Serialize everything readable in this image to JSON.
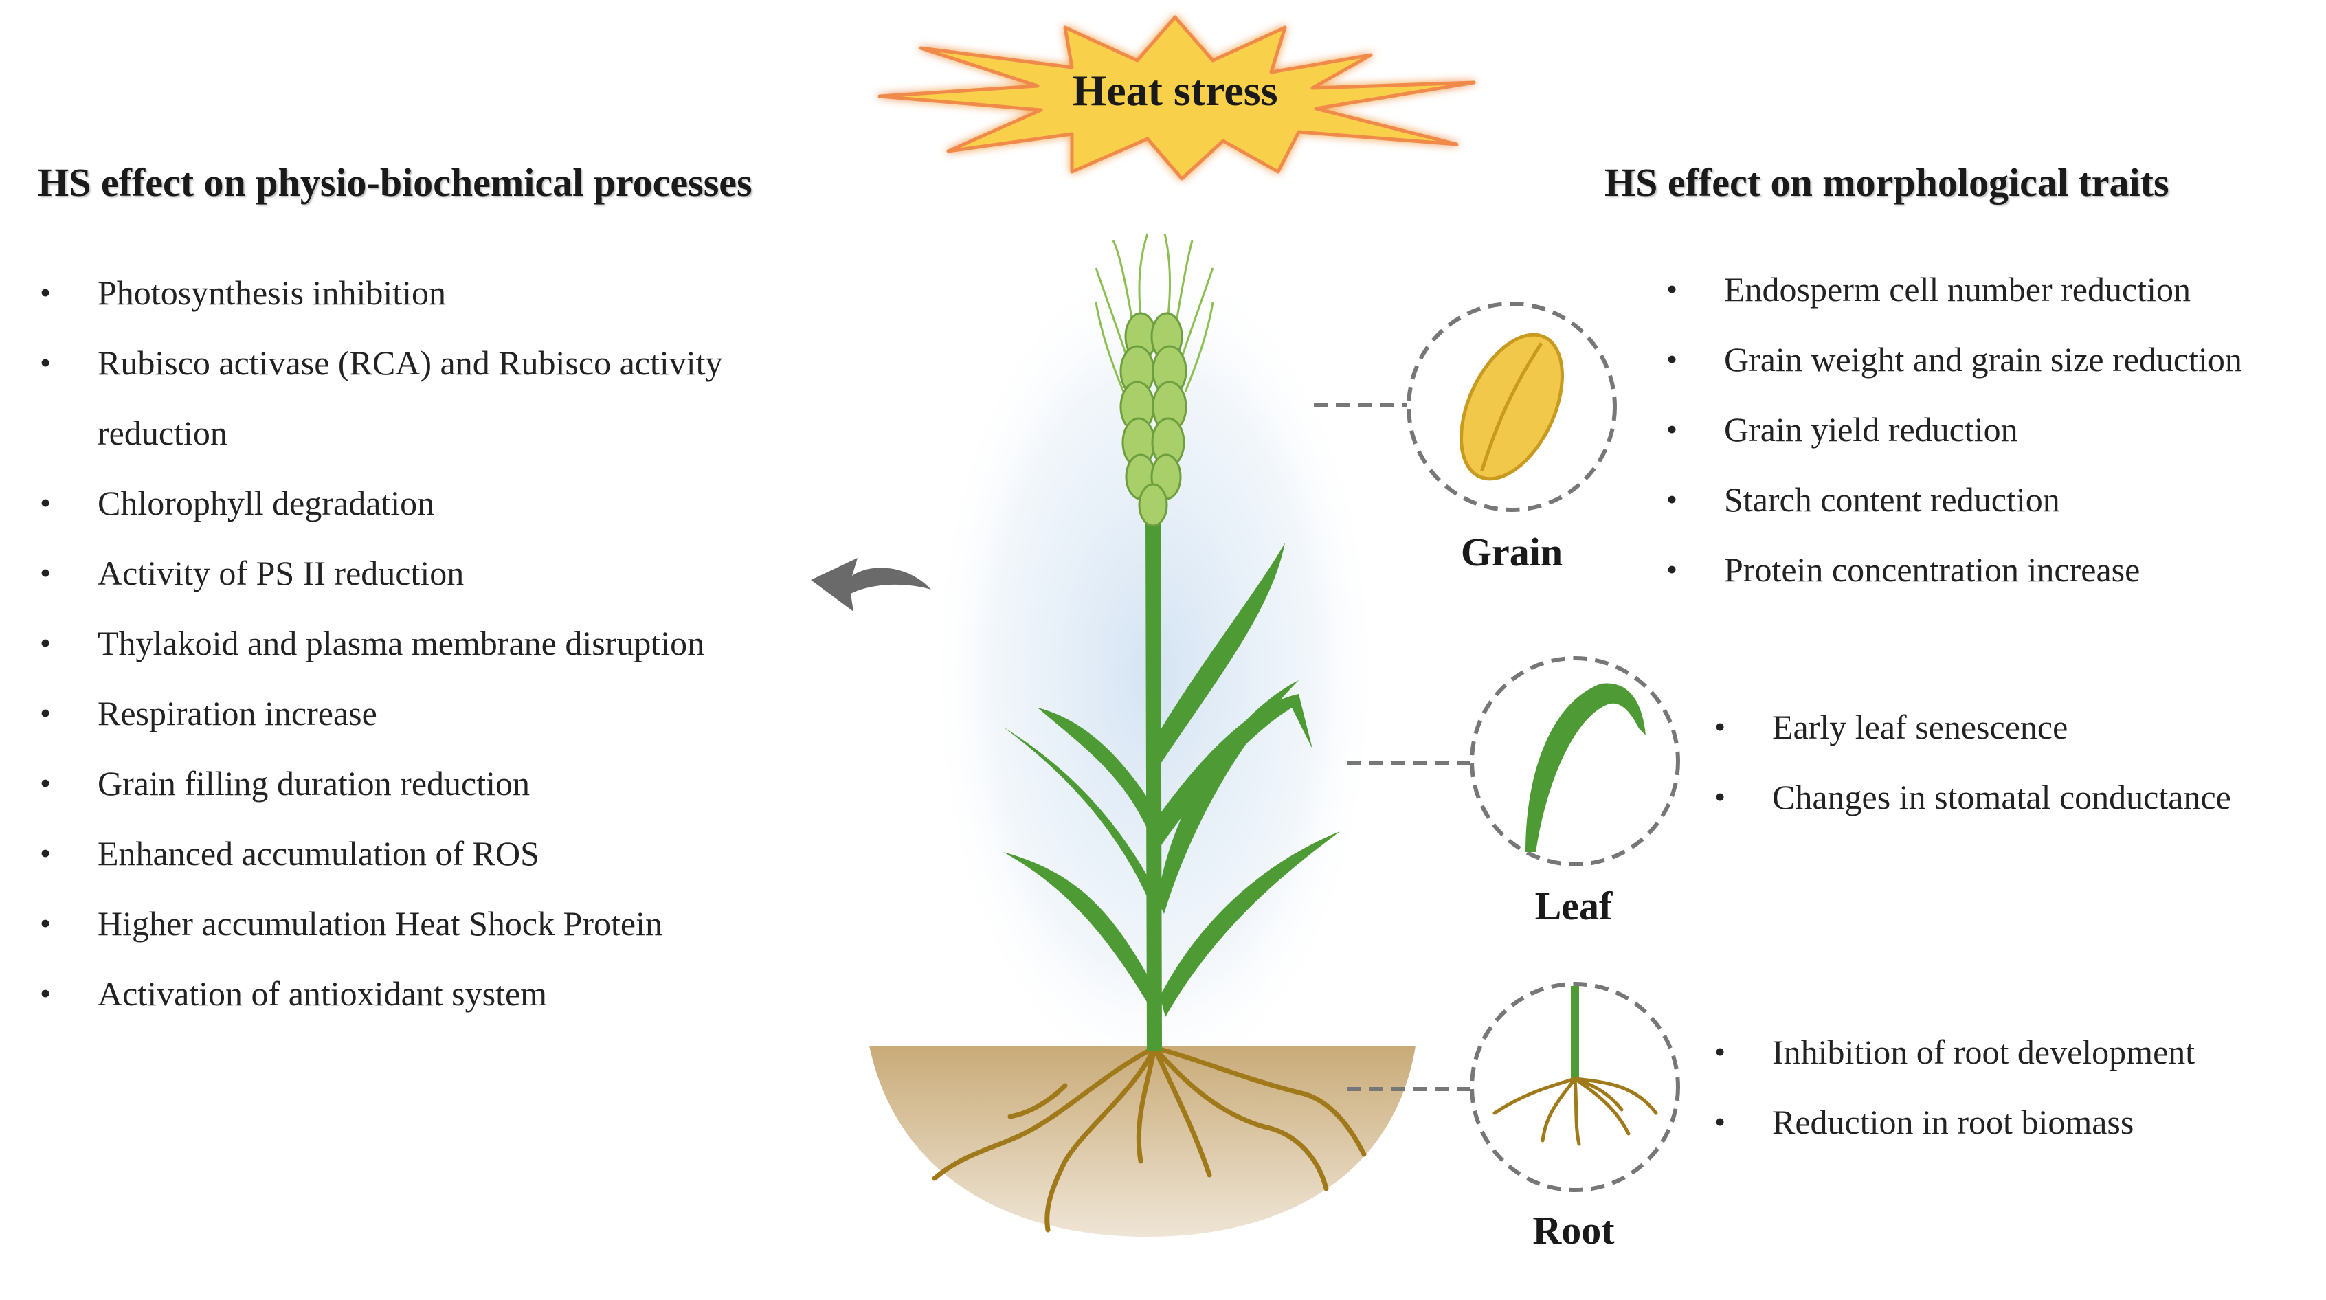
{
  "title_burst": {
    "label": "Heat stress",
    "fill": "#f8d04a",
    "stroke": "#f08a4b"
  },
  "left_panel": {
    "heading": "HS effect on physio-biochemical processes",
    "items": [
      "Photosynthesis inhibition",
      "Rubisco activase (RCA) and Rubisco activity",
      "reduction",
      "Chlorophyll degradation",
      "Activity of PS II reduction",
      "Thylakoid and plasma membrane disruption",
      "Respiration increase",
      "Grain filling duration reduction",
      "Enhanced accumulation of ROS",
      "Higher accumulation Heat Shock Protein",
      "Activation of antioxidant system"
    ]
  },
  "right_panel": {
    "heading": "HS effect on morphological traits",
    "grain": {
      "label": "Grain",
      "items": [
        "Endosperm cell number reduction",
        "Grain weight and grain size reduction",
        "Grain yield reduction",
        "Starch content reduction",
        "Protein concentration increase"
      ]
    },
    "leaf": {
      "label": "Leaf",
      "items": [
        "Early leaf senescence",
        "Changes in stomatal conductance"
      ]
    },
    "root": {
      "label": "Root",
      "items": [
        "Inhibition of root development",
        "Reduction in root biomass"
      ]
    }
  },
  "colors": {
    "stem_green": "#4e9a34",
    "spike_green": "#a9cf6b",
    "root_brown": "#a07a1a",
    "soil": "#cdb48a",
    "grain_yellow": "#f1c84a",
    "arrow_gray": "#6a6a6a",
    "dash_gray": "#777777"
  }
}
